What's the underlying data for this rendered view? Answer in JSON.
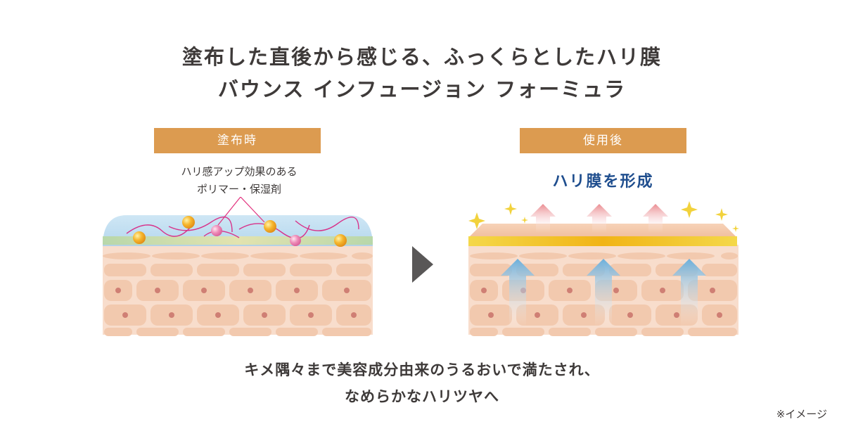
{
  "heading": {
    "line1": "塗布した直後から感じる、ふっくらとしたハリ膜",
    "line2": "バウンス インフュージョン フォーミュラ"
  },
  "before": {
    "label": "塗布時",
    "note_line1": "ハリ感アップ効果のある",
    "note_line2": "ポリマー・保湿剤"
  },
  "after": {
    "label": "使用後",
    "heading": "ハリ膜を形成"
  },
  "bottom": {
    "line1": "キメ隅々まで美容成分由来のうるおいで満たされ、",
    "line2": "なめらかなハリツヤへ"
  },
  "footnote": "※イメージ",
  "colors": {
    "label_bg": "#dc9b50",
    "heading_blue": "#1f4e8e",
    "skin_cell": "#f2c9ae",
    "nucleus": "#cf7f74",
    "arrow_gray": "#595757"
  }
}
